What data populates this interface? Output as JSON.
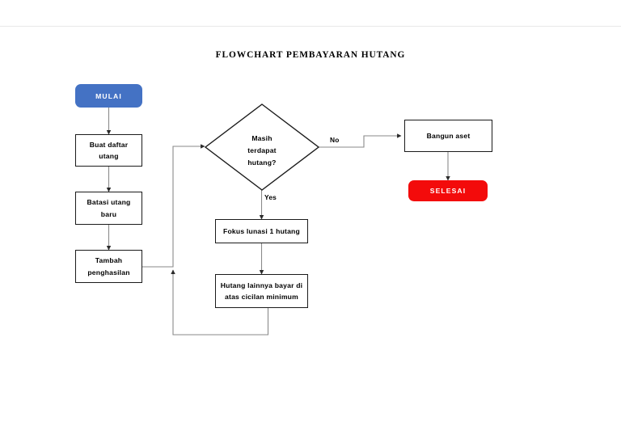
{
  "page": {
    "title": "FLOWCHART PEMBAYARAN HUTANG",
    "background": "#ffffff"
  },
  "colors": {
    "start_fill": "#4472c4",
    "end_fill": "#f30b0b",
    "node_stroke": "#1b1b1b",
    "connector_stroke": "#595959",
    "text": "#000000"
  },
  "nodes": {
    "start": {
      "label": "MULAI",
      "shape": "terminator",
      "fill": "#4472c4"
    },
    "buat_daftar": {
      "line1": "Buat daftar",
      "line2": "utang",
      "shape": "process"
    },
    "batasi_utang": {
      "line1": "Batasi utang",
      "line2": "baru",
      "shape": "process"
    },
    "tambah_penghasilan": {
      "line1": "Tambah",
      "line2": "penghasilan",
      "shape": "process"
    },
    "decision": {
      "line1": "Masih",
      "line2": "terdapat",
      "line3": "hutang?",
      "shape": "decision"
    },
    "fokus_lunasi": {
      "line1": "Fokus lunasi 1 hutang",
      "shape": "process"
    },
    "hutang_lainnya": {
      "line1": "Hutang lainnya bayar di",
      "line2": "atas cicilan minimum",
      "shape": "process"
    },
    "bangun_aset": {
      "line1": "Bangun aset",
      "shape": "process"
    },
    "end": {
      "label": "SELESAI",
      "shape": "terminator",
      "fill": "#f30b0b"
    }
  },
  "edge_labels": {
    "yes": "Yes",
    "no": "No"
  }
}
